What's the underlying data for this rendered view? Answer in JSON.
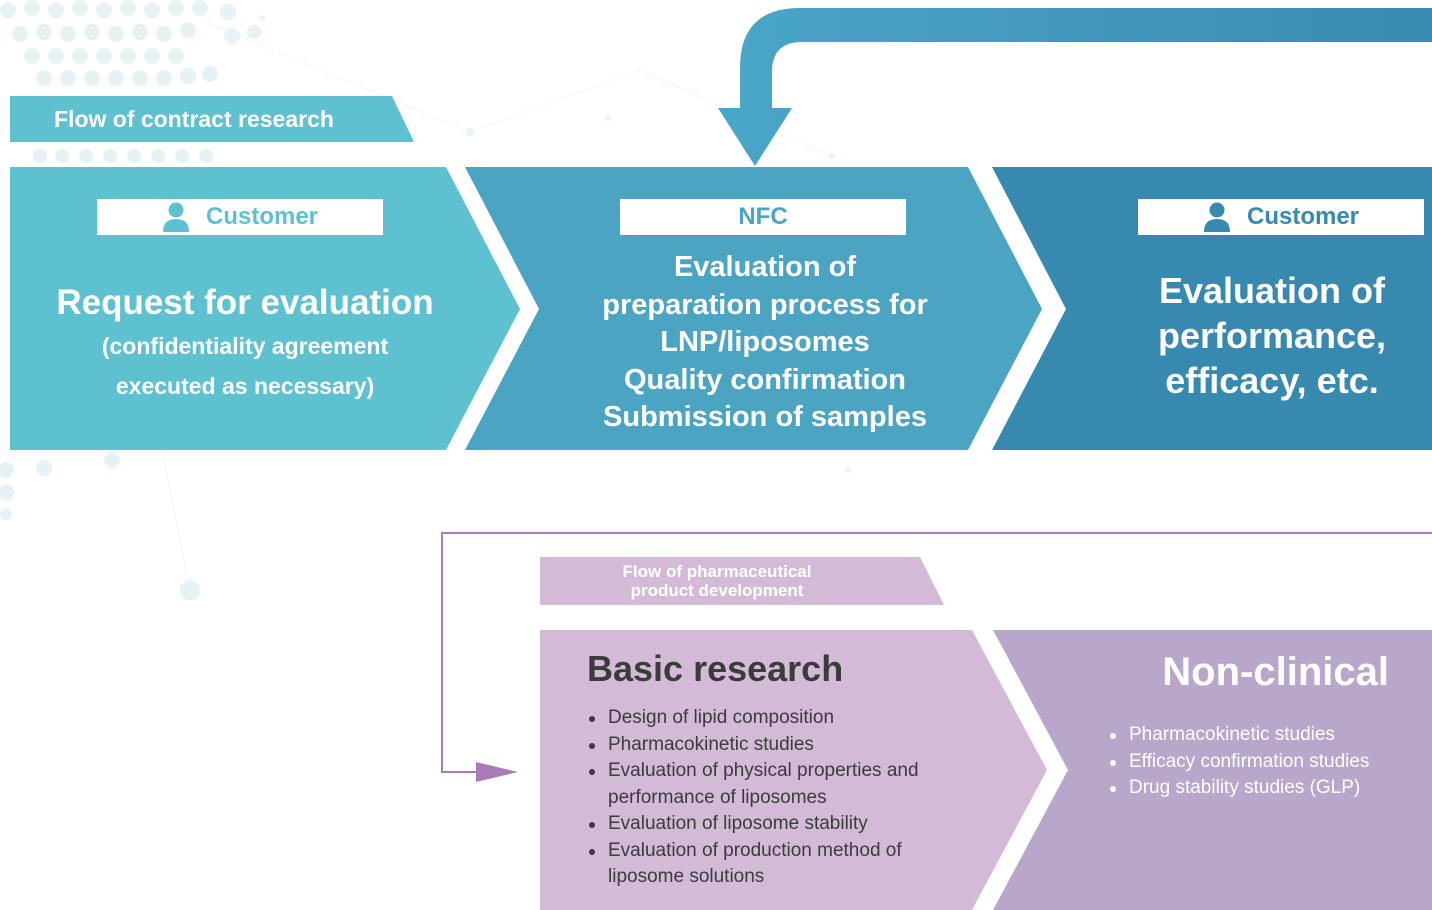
{
  "contract_flow": {
    "section_label": "Flow of contract research",
    "stages": [
      {
        "actor": "Customer",
        "actor_icon": "person-icon",
        "title": "Request for evaluation",
        "subtitle_lines": [
          "(confidentiality agreement",
          "executed as necessary)"
        ]
      },
      {
        "actor": "NFC",
        "lines": [
          "Evaluation of",
          "preparation process for",
          "LNP/liposomes",
          "Quality confirmation",
          "Submission of samples"
        ]
      },
      {
        "actor": "Customer",
        "actor_icon": "person-icon",
        "lines": [
          "Evaluation of",
          "performance,",
          "efficacy, etc."
        ]
      }
    ]
  },
  "pharma_flow": {
    "section_label_lines": [
      "Flow of pharmaceutical",
      "product development"
    ],
    "basic_research": {
      "title": "Basic research",
      "items": [
        "Design of lipid composition",
        "Pharmacokinetic studies",
        "Evaluation of physical properties and performance of liposomes",
        "Evaluation of liposome stability",
        "Evaluation of production method of liposome solutions"
      ]
    },
    "non_clinical": {
      "title": "Non-clinical",
      "items": [
        "Pharmacokinetic studies",
        "Efficacy confirmation studies",
        "Drug stability studies (GLP)"
      ]
    }
  },
  "colors": {
    "stage1": "#5ec1cf",
    "stage2": "#4ba4c2",
    "stage3": "#3789af",
    "feedback_arrow": "#479fc2",
    "basic_research": "#d3bbd8",
    "non_clinical": "#b8a7ca",
    "connector": "#ab7ab8"
  }
}
